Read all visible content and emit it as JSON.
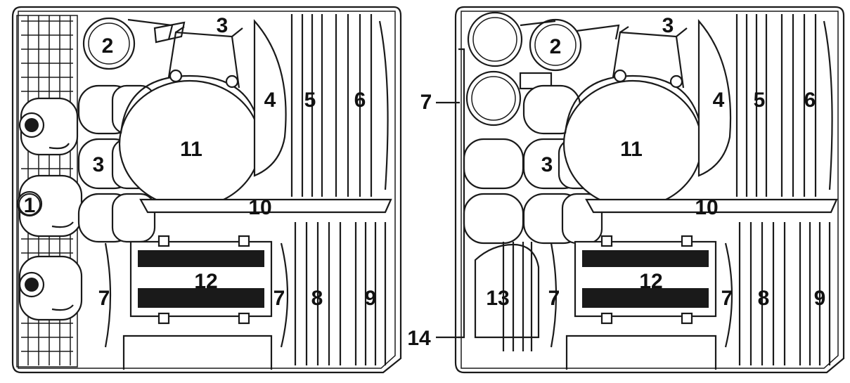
{
  "diagram": {
    "panels": [
      {
        "id": "left",
        "labels": [
          "1",
          "2",
          "3",
          "3",
          "4",
          "5",
          "6",
          "7",
          "7",
          "8",
          "9",
          "10",
          "11",
          "12"
        ]
      },
      {
        "id": "right",
        "labels": [
          "2",
          "3",
          "3",
          "4",
          "5",
          "6",
          "7",
          "7",
          "8",
          "9",
          "10",
          "11",
          "12",
          "13"
        ],
        "callouts": [
          "7",
          "14"
        ]
      }
    ],
    "colors": {
      "line": "#1a1a1a",
      "fill": "#ffffff",
      "text": "#111111"
    }
  }
}
